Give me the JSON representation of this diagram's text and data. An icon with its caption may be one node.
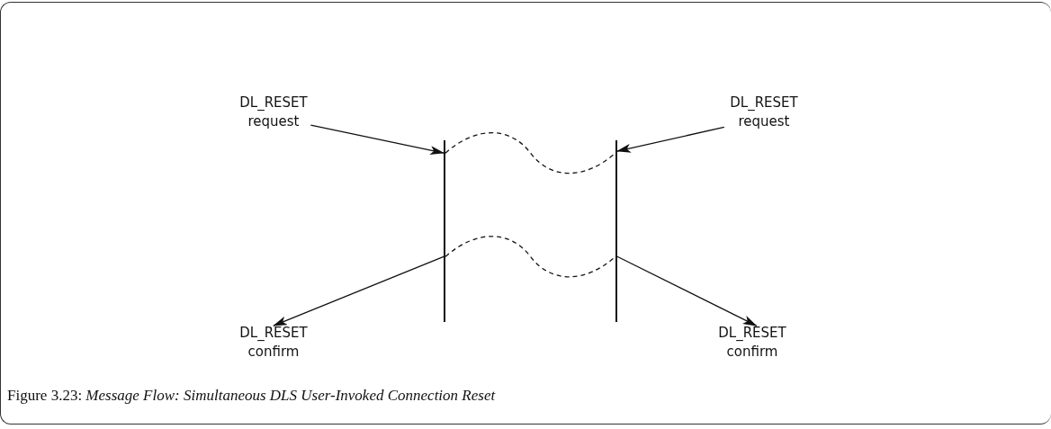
{
  "diagram": {
    "caption": "Figure 3.23: *Message Flow: Simultaneous DLS User-Invoked Connection Reset*",
    "nodes": [
      {
        "text": [
          "DL_RESET request"
        ]
      },
      {
        "text": [],
        "shape": "bar"
      },
      {
        "text": [],
        "shape": "bar"
      },
      {
        "text": [
          "DL_RESET request"
        ]
      },
      {
        "text": [
          "DL_RESET confirm"
        ]
      },
      {
        "text": [
          "DL_RESET confirm"
        ]
      }
    ],
    "edges": [
      {
        "from": 0,
        "to": 1,
        "arrow": "to"
      },
      {
        "from": 3,
        "to": 2,
        "arrow": "to"
      },
      {
        "from": 1,
        "to": 2,
        "arrow": "none",
        "style": "dashed"
      },
      {
        "from": 1,
        "to": 2,
        "arrow": "none",
        "style": "dashed"
      },
      {
        "from": 1,
        "to": 4,
        "arrow": "to"
      },
      {
        "from": 2,
        "to": 5,
        "arrow": "to"
      }
    ]
  }
}
